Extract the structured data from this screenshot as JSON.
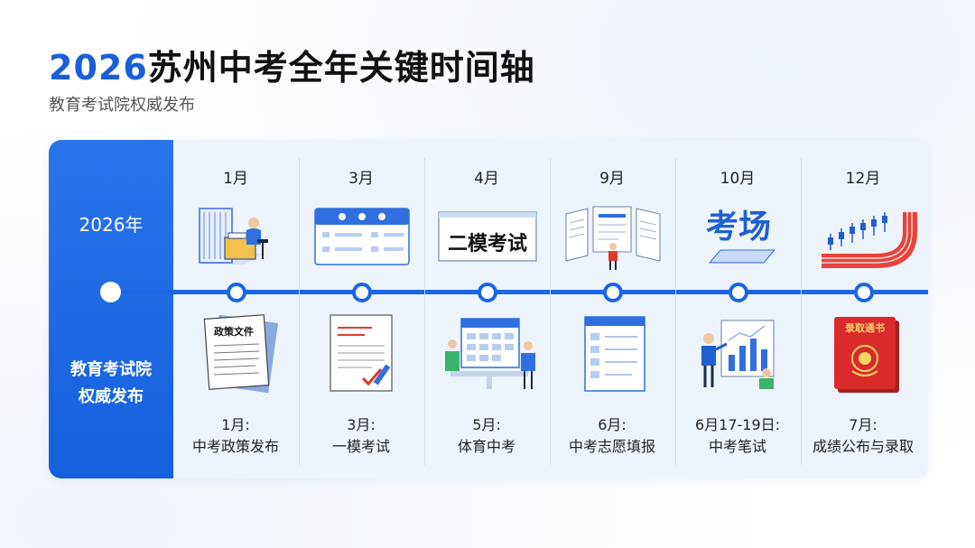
{
  "header": {
    "title_year": "2026",
    "title_rest": "苏州中考全年关键时间轴",
    "subtitle": "教育考试院权威发布"
  },
  "sidebar": {
    "year_label": "2026年",
    "issuer_line1": "教育考试院",
    "issuer_line2": "权威发布"
  },
  "columns": [
    {
      "month": "1月",
      "top_icon": "office-desk-icon",
      "bottom_icon": "policy-document-icon",
      "event_date": "1月:",
      "event_name": "中考政策发布"
    },
    {
      "month": "3月",
      "top_icon": "calendar-icon",
      "bottom_icon": "checklist-document-icon",
      "event_date": "3月:",
      "event_name": "一模考试"
    },
    {
      "month": "4月",
      "top_icon": "exam-banner-icon",
      "bottom_icon": "schedule-board-icon",
      "event_date": "5月:",
      "event_name": "体育中考"
    },
    {
      "month": "9月",
      "top_icon": "presentation-icon",
      "bottom_icon": "application-form-icon",
      "event_date": "6月:",
      "event_name": "中考志愿填报"
    },
    {
      "month": "10月",
      "top_icon": "exam-venue-icon",
      "bottom_icon": "analytics-chart-icon",
      "event_date": "6月17-19日:",
      "event_name": "中考笔试"
    },
    {
      "month": "12月",
      "top_icon": "running-track-icon",
      "bottom_icon": "admission-notice-icon",
      "event_date": "7月:",
      "event_name": "成绩公布与录取"
    }
  ],
  "icon_text": {
    "mock_exam": "二模考试",
    "venue": "考场",
    "policy_doc": "政策文件",
    "admission": "录取通书"
  },
  "colors": {
    "brand_blue": "#1a66e6",
    "panel_blue": "#1560dc",
    "card_bg": "#eef4fc",
    "accent_red": "#e23a2a"
  }
}
